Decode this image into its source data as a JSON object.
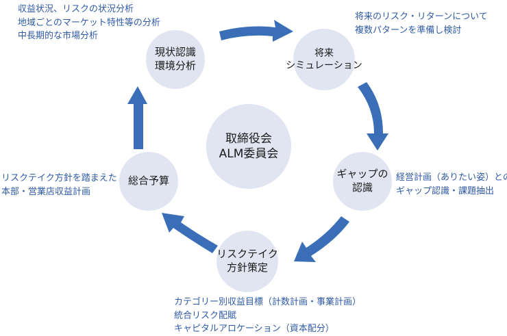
{
  "center": {
    "lines": [
      "取締役会",
      "ALM委員会"
    ]
  },
  "nodes": [
    {
      "id": "analysis",
      "lines": [
        "現状認識",
        "環境分析"
      ]
    },
    {
      "id": "simulation",
      "lines": [
        "将来",
        "シミュレーション"
      ]
    },
    {
      "id": "gap",
      "lines": [
        "ギャップの",
        "認識"
      ]
    },
    {
      "id": "policy",
      "lines": [
        "リスクテイク",
        "方針策定"
      ]
    },
    {
      "id": "budget",
      "lines": [
        "総合予算"
      ]
    }
  ],
  "notes": {
    "analysis": [
      "収益状況、リスクの状況分析",
      "地域ごとのマーケット特性等の分析",
      "中長期的な市場分析"
    ],
    "simulation": [
      "将来のリスク・リターンについて",
      "複数パターンを準備し検討"
    ],
    "gap": [
      "経営計画（ありたい姿）との",
      "ギャップ認識・課題抽出"
    ],
    "policy": [
      "カテゴリー別収益目標（計数計画・事業計画）",
      "統合リスク配賦",
      "キャピタルアロケーション（資本配分）"
    ],
    "budget": [
      "リスクテイク方針を踏まえた",
      "本部・営業店収益計画"
    ]
  },
  "colors": {
    "arrow": "#3a6fb7",
    "circle": "#e1e5f1",
    "note_text": "#2f5aa6"
  },
  "icons": [
    "cycle-arrow"
  ]
}
